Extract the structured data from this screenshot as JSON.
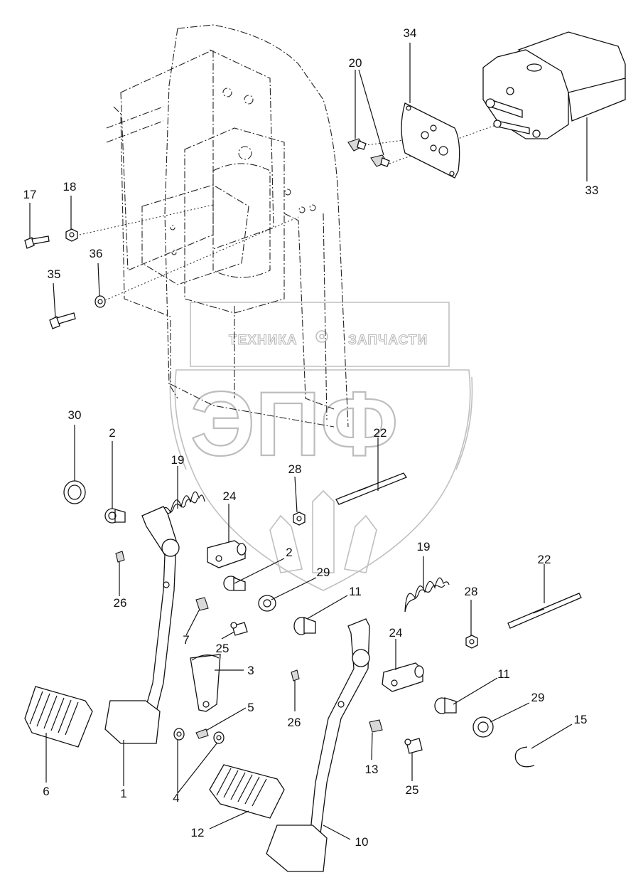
{
  "watermark": {
    "left_text": "ТЕХНИКА",
    "right_text": "ЗАПЧАСТИ",
    "big_text": "ЭПФ",
    "gear": "gear-icon"
  },
  "callouts": {
    "c1": "1",
    "c2a": "2",
    "c2b": "2",
    "c3": "3",
    "c4": "4",
    "c5": "5",
    "c6": "6",
    "c7": "7",
    "c10": "10",
    "c11a": "11",
    "c11b": "11",
    "c12": "12",
    "c13": "13",
    "c15": "15",
    "c17": "17",
    "c18": "18",
    "c19a": "19",
    "c19b": "19",
    "c20": "20",
    "c22a": "22",
    "c22b": "22",
    "c24a": "24",
    "c24b": "24",
    "c25a": "25",
    "c25b": "25",
    "c26a": "26",
    "c26b": "26",
    "c28a": "28",
    "c28b": "28",
    "c29a": "29",
    "c29b": "29",
    "c30": "30",
    "c33": "33",
    "c34": "34",
    "c35": "35",
    "c36": "36"
  }
}
